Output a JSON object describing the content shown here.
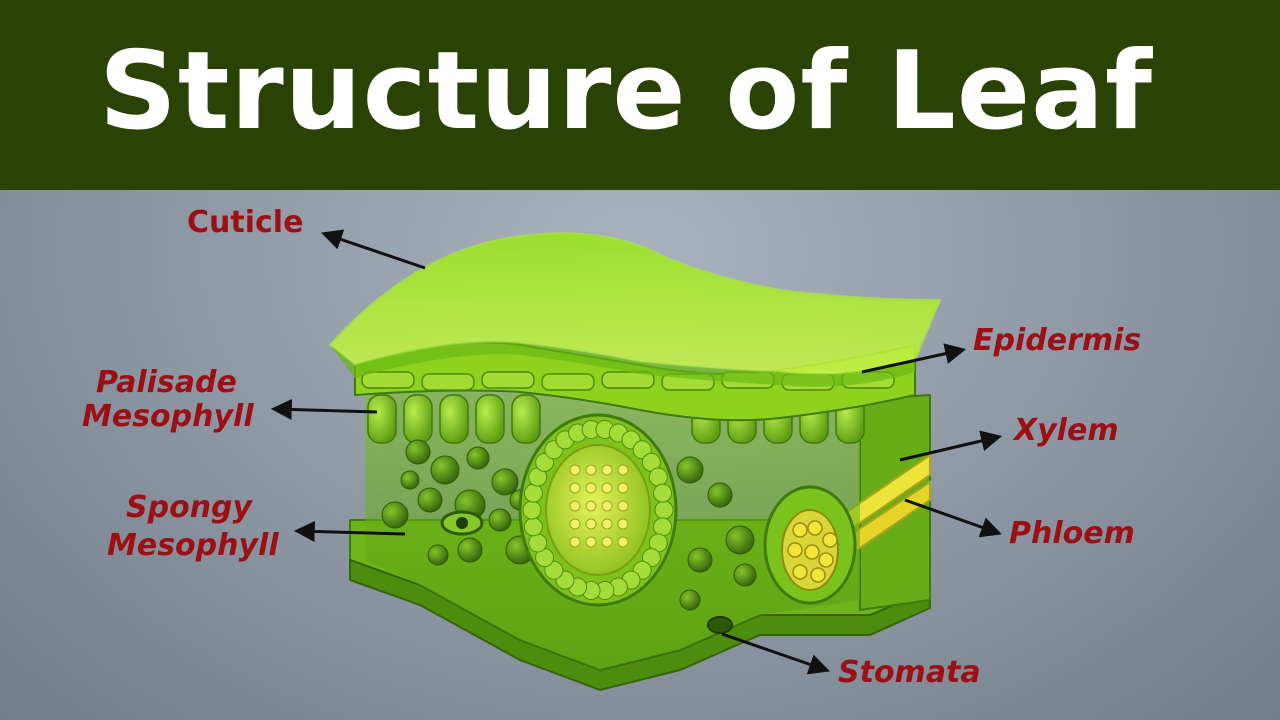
{
  "title": "Structure of Leaf",
  "labels": {
    "cuticle": "Cuticle",
    "epidermis": "Epidermis",
    "palisade_line1": "Palisade",
    "palisade_line2": "Mesophyll",
    "xylem": "Xylem",
    "phloem": "Phloem",
    "spongy_line1": "Spongy",
    "spongy_line2": "Mesophyll",
    "stomata": "Stomata"
  },
  "colors": {
    "header_bg": "#2b4205",
    "title_text": "#ffffff",
    "label_text": "#9c1015",
    "leaf_green": "#8ccf1a",
    "vein_yellow": "#e6e61e"
  }
}
